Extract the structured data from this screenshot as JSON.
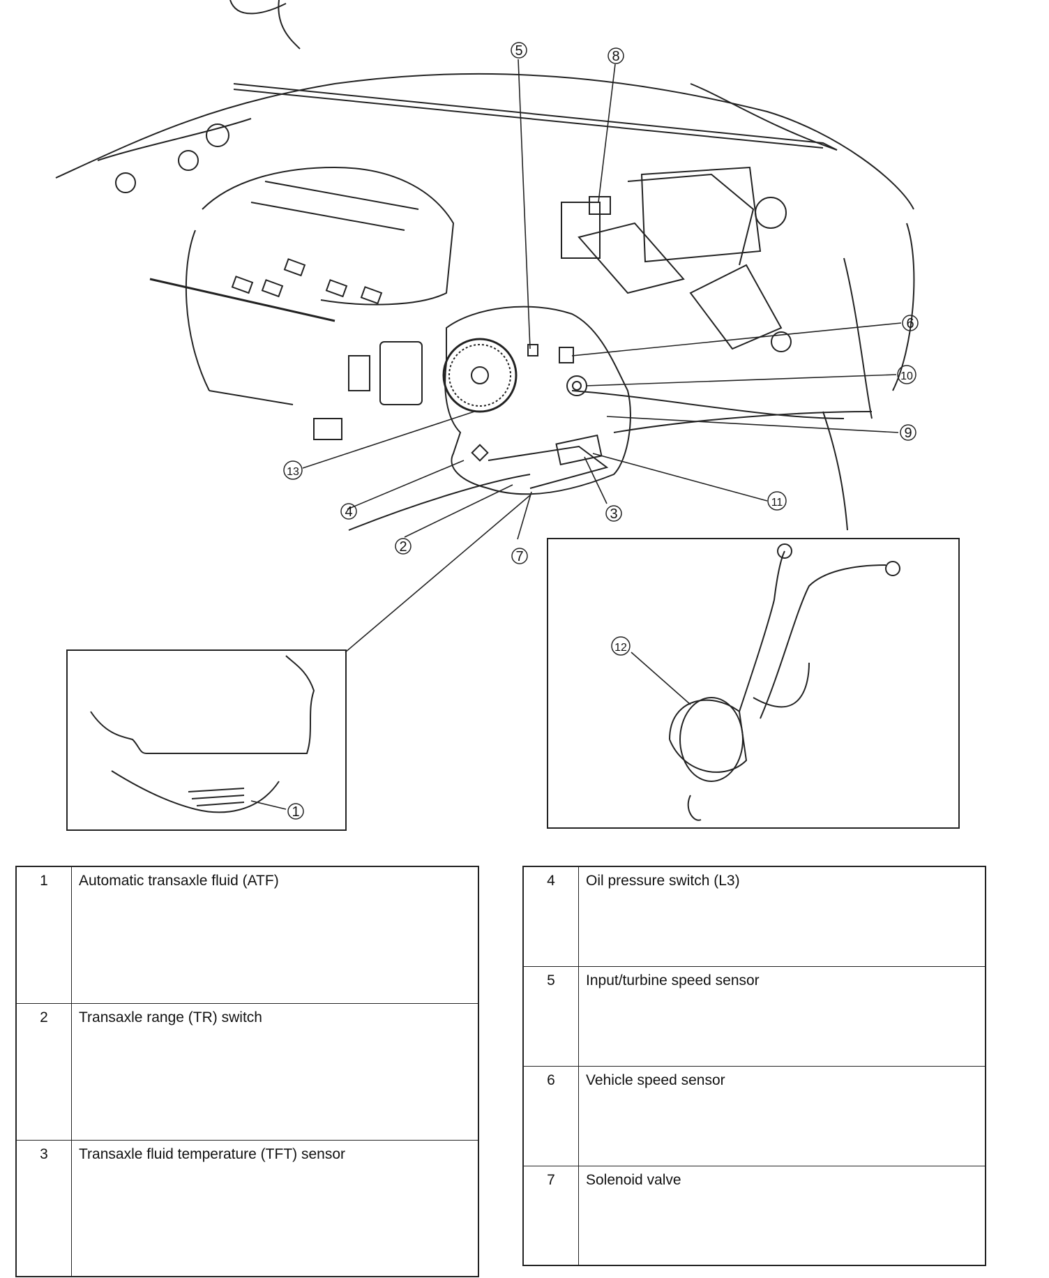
{
  "callouts": [
    "1",
    "2",
    "3",
    "4",
    "5",
    "6",
    "7",
    "8",
    "9",
    "10",
    "11",
    "12",
    "13"
  ],
  "legend": {
    "left": [
      {
        "num": "1",
        "label": "Automatic transaxle fluid (ATF)"
      },
      {
        "num": "2",
        "label": "Transaxle range (TR) switch"
      },
      {
        "num": "3",
        "label": "Transaxle fluid temperature (TFT) sensor"
      }
    ],
    "right": [
      {
        "num": "4",
        "label": "Oil pressure switch (L3)"
      },
      {
        "num": "5",
        "label": "Input/turbine speed sensor"
      },
      {
        "num": "6",
        "label": "Vehicle speed sensor"
      },
      {
        "num": "7",
        "label": "Solenoid valve"
      }
    ]
  }
}
